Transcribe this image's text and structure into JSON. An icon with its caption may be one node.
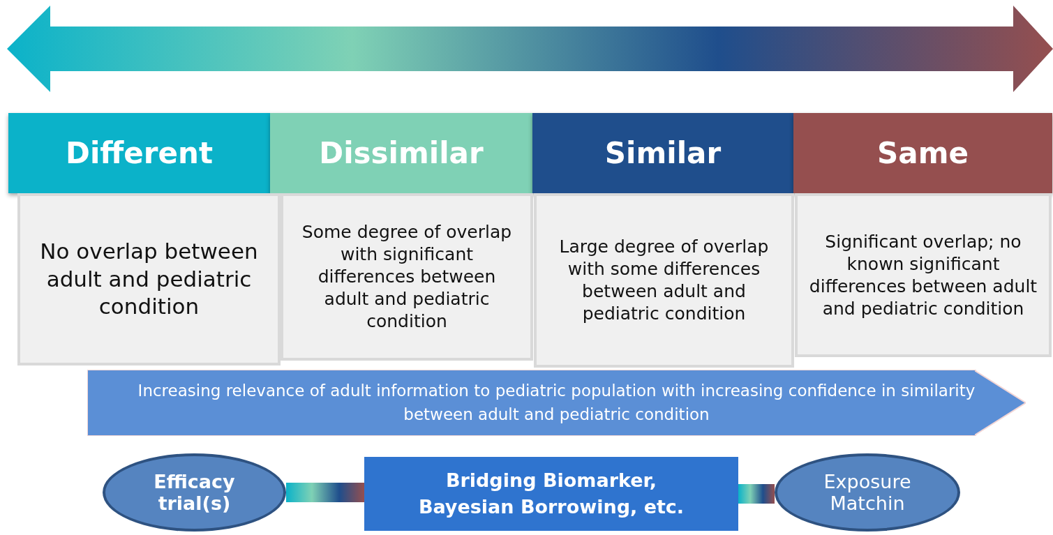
{
  "diagram": {
    "nodes": [
      {
        "text": [
          "Different"
        ]
      },
      {
        "text": [
          "Dissimilar"
        ]
      },
      {
        "text": [
          "Similar"
        ]
      },
      {
        "text": [
          "Same"
        ]
      },
      {
        "text": [
          "No overlap between adult and pediatric condition"
        ]
      },
      {
        "text": [
          "Some degree of overlap with significant differences between adult and pediatric condition"
        ]
      },
      {
        "text": [
          "Large degree of overlap with some differences between adult and pediatric condition"
        ]
      },
      {
        "text": [
          "Significant overlap;  no known significant differences between adult and pediatric condition"
        ]
      },
      {
        "text": [
          "Increasing relevance of adult information to pediatric population with increasing confidence in similarity between adult and pediatric condition"
        ]
      },
      {
        "text": [
          "Efficacy trial(s)"
        ]
      },
      {
        "text": [
          "Bridging Biomarker, Bayesian Borrowing, etc."
        ]
      },
      {
        "text": [
          "Exposure Matchin"
        ]
      }
    ],
    "edges": [
      {
        "from": 9,
        "to": 10,
        "arrow": "none",
        "style": "thick"
      },
      {
        "from": 10,
        "to": 11,
        "arrow": "none",
        "style": "thick"
      }
    ]
  }
}
